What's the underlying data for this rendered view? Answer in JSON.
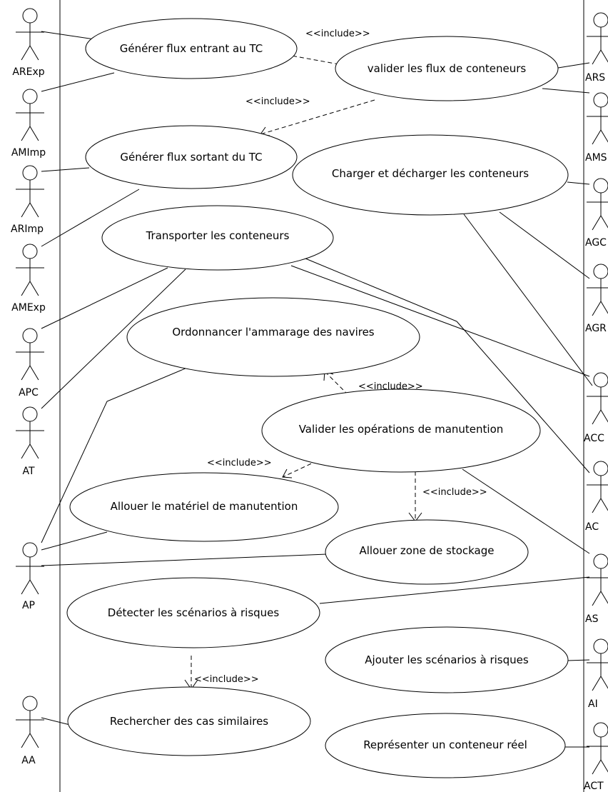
{
  "diagram": {
    "use_cases": [
      {
        "id": "uc1",
        "label": "Générer flux entrant au TC"
      },
      {
        "id": "uc2",
        "label": "valider les flux de conteneurs"
      },
      {
        "id": "uc3",
        "label": "Générer flux sortant du TC"
      },
      {
        "id": "uc4",
        "label": "Charger et décharger les conteneurs"
      },
      {
        "id": "uc5",
        "label": "Transporter les conteneurs"
      },
      {
        "id": "uc6",
        "label": "Ordonnancer l'ammarage des navires"
      },
      {
        "id": "uc7",
        "label": "Valider les opérations de manutention"
      },
      {
        "id": "uc8",
        "label": "Allouer le matériel de manutention"
      },
      {
        "id": "uc9",
        "label": "Allouer zone de stockage"
      },
      {
        "id": "uc10",
        "label": "Détecter les scénarios à risques"
      },
      {
        "id": "uc11",
        "label": "Ajouter les scénarios à risques"
      },
      {
        "id": "uc12",
        "label": "Rechercher des cas similaires"
      },
      {
        "id": "uc13",
        "label": "Représenter un conteneur réel"
      }
    ],
    "actors": [
      {
        "id": "a_arexp",
        "label": "ARExp"
      },
      {
        "id": "a_amimp",
        "label": "AMImp"
      },
      {
        "id": "a_arimp",
        "label": "ARImp"
      },
      {
        "id": "a_amexp",
        "label": "AMExp"
      },
      {
        "id": "a_apc",
        "label": "APC"
      },
      {
        "id": "a_at",
        "label": "AT"
      },
      {
        "id": "a_ap",
        "label": "AP"
      },
      {
        "id": "a_aa",
        "label": "AA"
      },
      {
        "id": "a_ars",
        "label": "ARS"
      },
      {
        "id": "a_ams",
        "label": "AMS"
      },
      {
        "id": "a_agc",
        "label": "AGC"
      },
      {
        "id": "a_agr",
        "label": "AGR"
      },
      {
        "id": "a_acc",
        "label": "ACC"
      },
      {
        "id": "a_ac",
        "label": "AC"
      },
      {
        "id": "a_as",
        "label": "AS"
      },
      {
        "id": "a_ai",
        "label": "AI"
      },
      {
        "id": "a_act",
        "label": "ACT"
      }
    ],
    "include_labels": [
      {
        "id": "inc1",
        "label": "<<include>>"
      },
      {
        "id": "inc2",
        "label": "<<include>>"
      },
      {
        "id": "inc3",
        "label": "<<include>>"
      },
      {
        "id": "inc4",
        "label": "<<include>>"
      },
      {
        "id": "inc5",
        "label": "<<include>>"
      },
      {
        "id": "inc6",
        "label": "<<include>>"
      }
    ],
    "associations": [
      [
        "a_arexp",
        "uc1"
      ],
      [
        "a_amimp",
        "uc1"
      ],
      [
        "a_arimp",
        "uc3"
      ],
      [
        "a_amexp",
        "uc3"
      ],
      [
        "a_ars",
        "uc2"
      ],
      [
        "a_ams",
        "uc2"
      ],
      [
        "a_agc",
        "uc4"
      ],
      [
        "a_agr",
        "uc4"
      ],
      [
        "a_acc",
        "uc4"
      ],
      [
        "a_apc",
        "uc5"
      ],
      [
        "a_at",
        "uc5"
      ],
      [
        "a_acc",
        "uc5"
      ],
      [
        "a_ac",
        "uc5"
      ],
      [
        "a_ap",
        "uc6"
      ],
      [
        "a_ap",
        "uc8"
      ],
      [
        "a_ap",
        "uc9"
      ],
      [
        "a_as",
        "uc7"
      ],
      [
        "a_as",
        "uc10"
      ],
      [
        "a_ai",
        "uc11"
      ],
      [
        "a_aa",
        "uc12"
      ],
      [
        "a_act",
        "uc13"
      ]
    ],
    "includes": [
      [
        "uc2",
        "uc1"
      ],
      [
        "uc2",
        "uc3"
      ],
      [
        "uc7",
        "uc6"
      ],
      [
        "uc7",
        "uc8"
      ],
      [
        "uc7",
        "uc9"
      ],
      [
        "uc10",
        "uc12"
      ]
    ]
  }
}
